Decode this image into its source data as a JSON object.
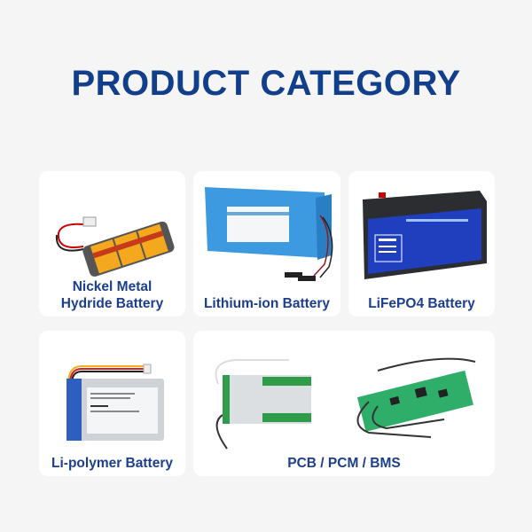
{
  "title": "PRODUCT CATEGORY",
  "categories": [
    {
      "label_line1": "Nickel Metal",
      "label_line2": "Hydride Battery",
      "icon": "nimh-battery-pack-image"
    },
    {
      "label": "Lithium-ion Battery",
      "icon": "lithium-ion-battery-pack-image"
    },
    {
      "label": "LiFePO4 Battery",
      "icon": "lifepo4-battery-image"
    },
    {
      "label": "Li-polymer Battery",
      "icon": "li-polymer-battery-image"
    },
    {
      "label": "PCB / PCM / BMS",
      "icon": "pcb-bms-board-image"
    }
  ],
  "colors": {
    "accent": "#123f8c",
    "background": "#f5f5f5",
    "card": "#ffffff"
  }
}
